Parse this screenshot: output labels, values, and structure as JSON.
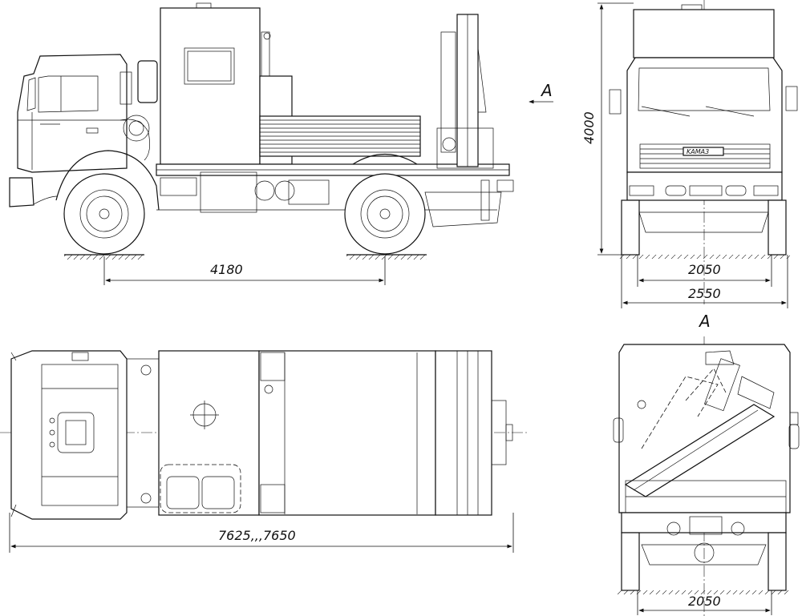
{
  "dimensions": {
    "wheelbase": "4180",
    "overall_length": "7625,,,7650",
    "height": "4000",
    "front_track": "2050",
    "overall_width": "2550",
    "rear_track": "2050"
  },
  "view_marker": {
    "arrow_label": "A",
    "rear_view_label": "A"
  },
  "badge_text": "KAMA3"
}
